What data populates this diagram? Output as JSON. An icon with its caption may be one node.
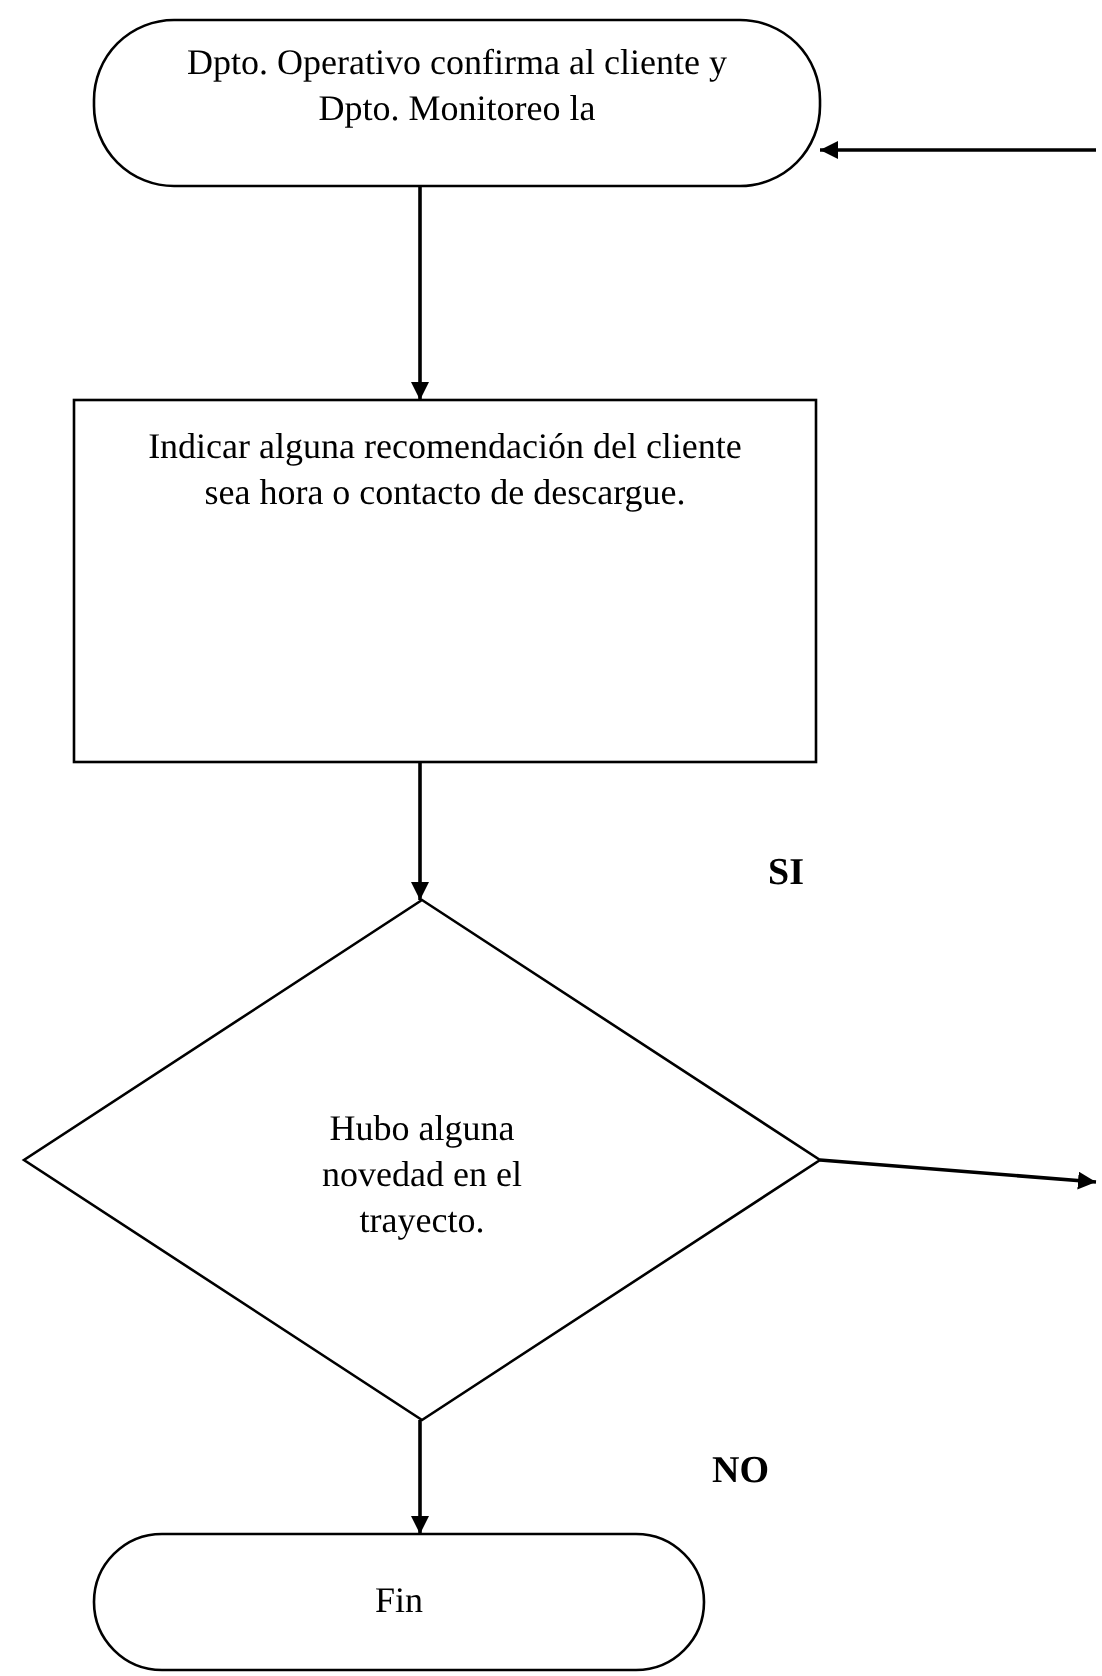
{
  "diagram": {
    "nodes": [
      {
        "text": [
          "Dpto. Operativo confirma al cliente y Dpto. Monitoreo la"
        ]
      },
      {
        "text": [
          "Indicar alguna recomendación del cliente sea hora o contacto de descargue."
        ]
      },
      {
        "text": [
          "Hubo alguna novedad en el trayecto."
        ]
      },
      {
        "text": [
          "Fin"
        ]
      }
    ],
    "edges": [
      {
        "from": null,
        "to": 0,
        "arrow": "to"
      },
      {
        "from": 0,
        "to": 1,
        "arrow": "to"
      },
      {
        "from": 1,
        "to": 2,
        "arrow": "to"
      },
      {
        "from": 2,
        "to": null,
        "arrow": "to"
      },
      {
        "from": 2,
        "to": 3,
        "arrow": "to"
      }
    ],
    "labels": [
      "SI",
      "NO"
    ]
  }
}
